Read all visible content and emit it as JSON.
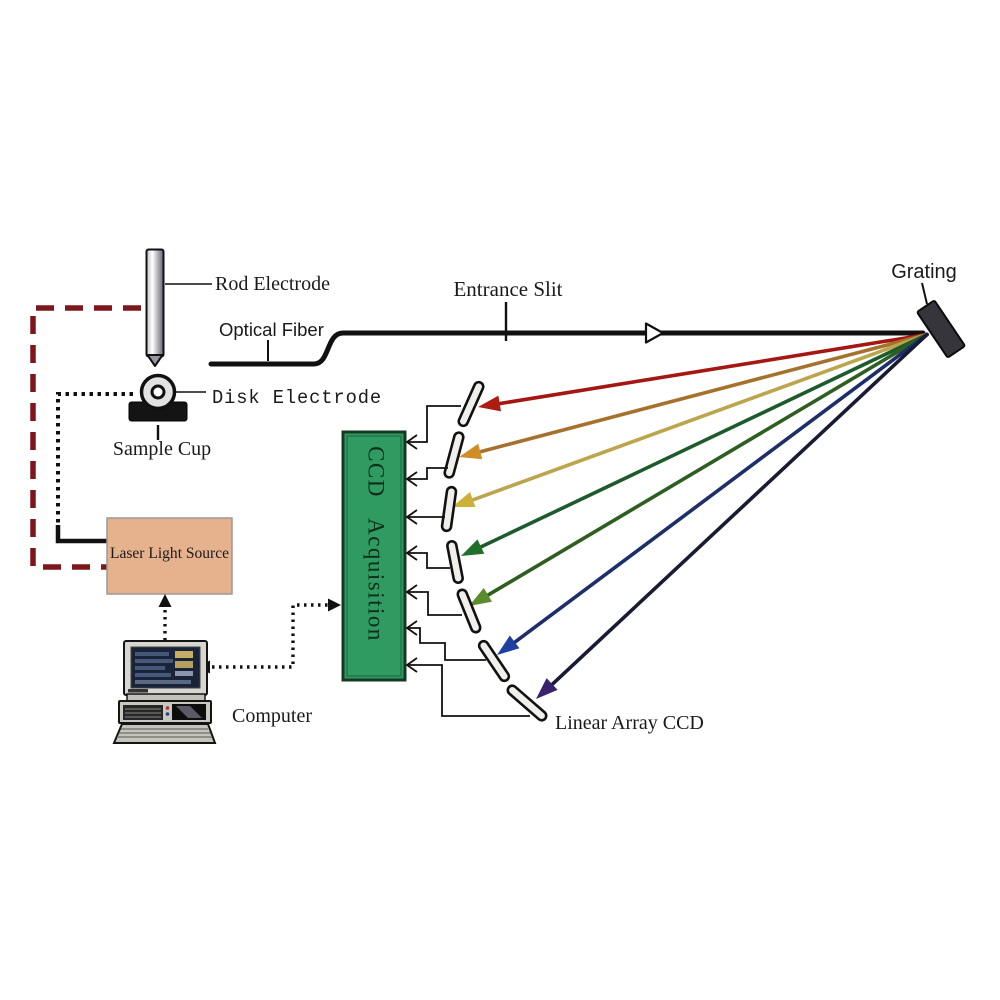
{
  "labels": {
    "rod_electrode": "Rod Electrode",
    "optical_fiber": "Optical Fiber",
    "entrance_slit": "Entrance Slit",
    "grating": "Grating",
    "disk_electrode": "Disk Electrode",
    "sample_cup": "Sample Cup",
    "laser_light_source": "Laser Light Source",
    "computer": "Computer",
    "linear_array_ccd": "Linear Array CCD",
    "acquisition_line1": "CCD",
    "acquisition_line2": "Acquisition"
  },
  "colors": {
    "ink": "#111111",
    "maroon-dash": "#7e171c",
    "laser-fill": "#e5b28d",
    "laser-border": "#999999",
    "acq-fill": "#2f9b61",
    "acq-border": "#153a21",
    "acq-text": "#0d2d1a",
    "slat-fill": "#f1efec",
    "grating-fill": "#35353b",
    "screen-fill": "#1a2438",
    "monitor-fill": "#d7d6d0",
    "case-fill": "#c8c7c0",
    "ray1-line": "#a51712",
    "ray1-head": "#ae1d12",
    "ray2-line": "#a6712d",
    "ray2-head": "#cf8e27",
    "ray3-line": "#bca64d",
    "ray3-head": "#cbb138",
    "ray4-line": "#1d5b2c",
    "ray4-head": "#1f7029",
    "ray5-line": "#2e5e20",
    "ray5-head": "#5b8d2f",
    "ray6-line": "#1d2e6a",
    "ray6-head": "#1f40a0",
    "ray7-line": "#181b33",
    "ray7-head": "#3a226f"
  }
}
